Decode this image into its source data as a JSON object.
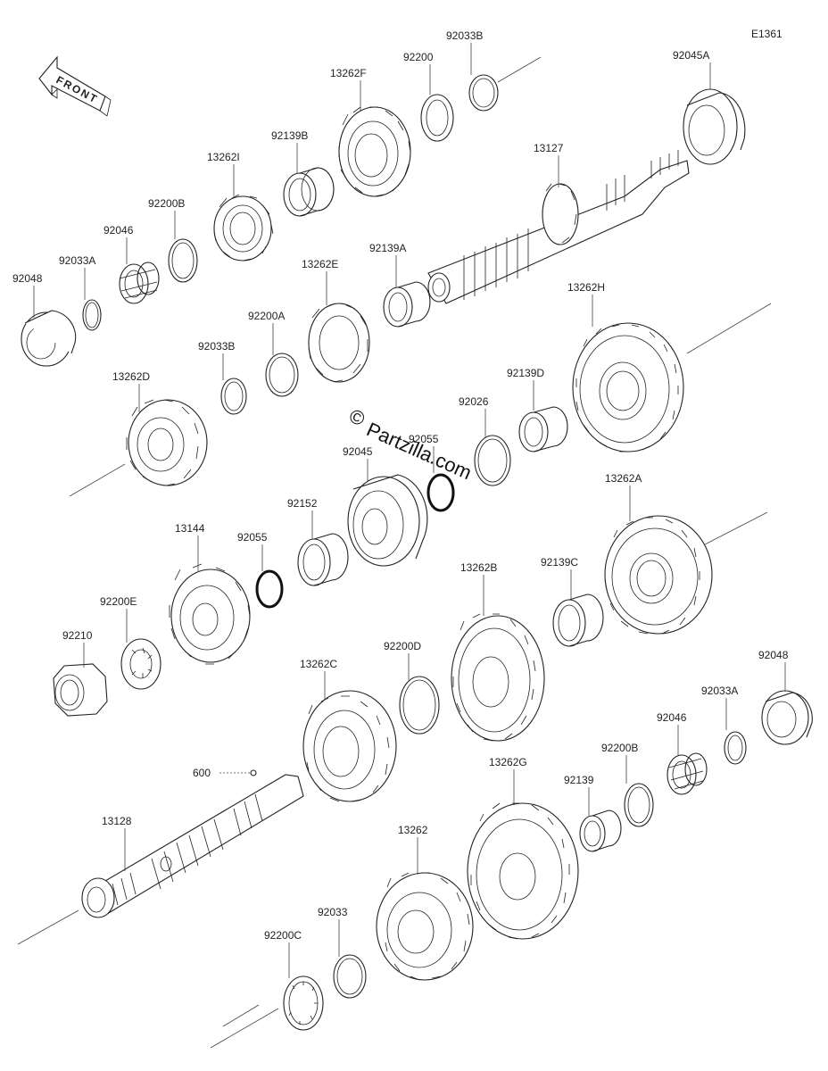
{
  "diagram_code": "E1361",
  "front_label": "FRONT",
  "watermark": "Partzilla.com",
  "copyright_symbol": "©",
  "parts": [
    {
      "id": "92048",
      "label": "92048"
    },
    {
      "id": "92033A",
      "label": "92033A"
    },
    {
      "id": "92046",
      "label": "92046"
    },
    {
      "id": "92200B",
      "label": "92200B"
    },
    {
      "id": "13262I",
      "label": "13262I"
    },
    {
      "id": "92139B",
      "label": "92139B"
    },
    {
      "id": "13262F",
      "label": "13262F"
    },
    {
      "id": "92200",
      "label": "92200"
    },
    {
      "id": "92033B_top",
      "label": "92033B"
    },
    {
      "id": "92045A",
      "label": "92045A"
    },
    {
      "id": "13127",
      "label": "13127"
    },
    {
      "id": "92139A",
      "label": "92139A"
    },
    {
      "id": "13262E",
      "label": "13262E"
    },
    {
      "id": "92200A",
      "label": "92200A"
    },
    {
      "id": "92033B",
      "label": "92033B"
    },
    {
      "id": "13262D",
      "label": "13262D"
    },
    {
      "id": "13262H",
      "label": "13262H"
    },
    {
      "id": "92139D",
      "label": "92139D"
    },
    {
      "id": "92026",
      "label": "92026"
    },
    {
      "id": "92055_top",
      "label": "92055"
    },
    {
      "id": "92045",
      "label": "92045"
    },
    {
      "id": "92152",
      "label": "92152"
    },
    {
      "id": "92055",
      "label": "92055"
    },
    {
      "id": "13144",
      "label": "13144"
    },
    {
      "id": "13262A",
      "label": "13262A"
    },
    {
      "id": "13262B",
      "label": "13262B"
    },
    {
      "id": "92139C",
      "label": "92139C"
    },
    {
      "id": "92200E",
      "label": "92200E"
    },
    {
      "id": "92210",
      "label": "92210"
    },
    {
      "id": "92200D",
      "label": "92200D"
    },
    {
      "id": "13262C",
      "label": "13262C"
    },
    {
      "id": "92048_b",
      "label": "92048"
    },
    {
      "id": "92033A_b",
      "label": "92033A"
    },
    {
      "id": "92046_b",
      "label": "92046"
    },
    {
      "id": "92200B_b",
      "label": "92200B"
    },
    {
      "id": "600",
      "label": "600"
    },
    {
      "id": "13262G",
      "label": "13262G"
    },
    {
      "id": "92139",
      "label": "92139"
    },
    {
      "id": "13128",
      "label": "13128"
    },
    {
      "id": "13262",
      "label": "13262"
    },
    {
      "id": "92033",
      "label": "92033"
    },
    {
      "id": "92200C",
      "label": "92200C"
    }
  ]
}
